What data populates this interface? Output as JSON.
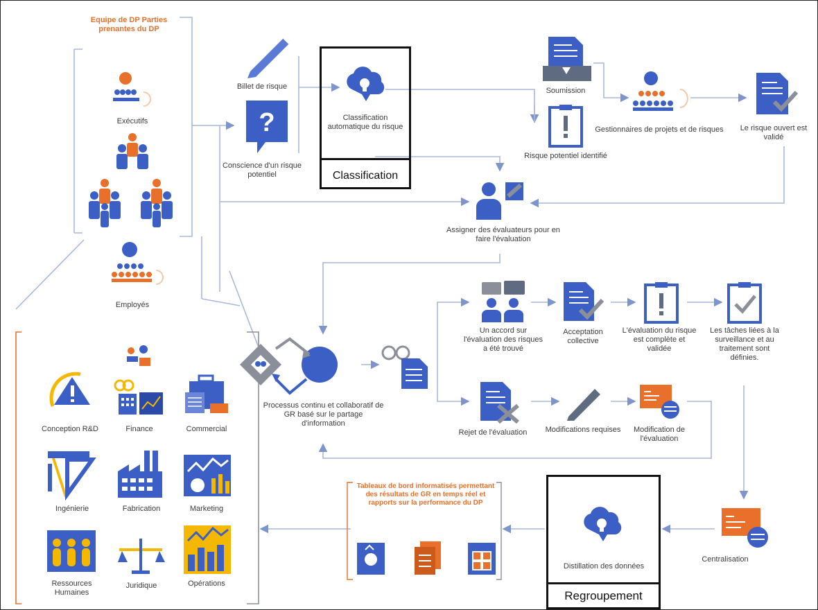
{
  "colors": {
    "blue": "#3b5fc4",
    "dark_blue": "#2b4aa8",
    "orange": "#e8702a",
    "yellow": "#f5b800",
    "gray": "#8a8f99",
    "line": "#9fb0d6"
  },
  "stakeholders": {
    "title": "Equipe de DP Parties prenantes du DP",
    "executives": "Exécutifs",
    "employees": "Employés"
  },
  "flow": {
    "risk_ticket": "Billet de risque",
    "awareness": "Conscience d'un risque potentiel",
    "auto_classification": "Classification automatique du risque",
    "submission": "Soumission",
    "potential_risk": "Risque potentiel identifié",
    "managers": "Gestionnaires de projets et de risques",
    "risk_validated": "Le risque ouvert est validé",
    "assign_evaluators": "Assigner des évaluateurs pour en faire l'évaluation",
    "continuous_process": "Processus continu et collaboratif de GR basé sur le partage d'information",
    "agreement": "Un accord sur l'évaluation des risques a été trouvé",
    "collective_acceptance": "Acceptation collective",
    "evaluation_complete": "L'évaluation du risque est complète et validée",
    "tasks_defined": "Les tâches liées à la surveillance et au traitement sont définies.",
    "rejection": "Rejet de l'évaluation",
    "modifications_required": "Modifications requises",
    "evaluation_modification": "Modification de l'évaluation",
    "centralization": "Centralisation",
    "data_distillation": "Distillation des données",
    "reporting_note": "Tableaux de bord informatisés permettant des résultats de GR en temps réel et rapports sur la performance du DP"
  },
  "boxes": {
    "classification": "Classification",
    "grouping": "Regroupement"
  },
  "departments": [
    {
      "label": "Conception R&D",
      "icon": "warning-icon"
    },
    {
      "label": "Finance",
      "icon": "finance-icon"
    },
    {
      "label": "Commercial",
      "icon": "commercial-icon"
    },
    {
      "label": "Ingénierie",
      "icon": "engineering-icon"
    },
    {
      "label": "Fabrication",
      "icon": "factory-icon"
    },
    {
      "label": "Marketing",
      "icon": "marketing-icon"
    },
    {
      "label": "Ressources Humaines",
      "icon": "people-icon"
    },
    {
      "label": "Juridique",
      "icon": "scale-icon"
    },
    {
      "label": "Opérations",
      "icon": "operations-icon"
    }
  ]
}
